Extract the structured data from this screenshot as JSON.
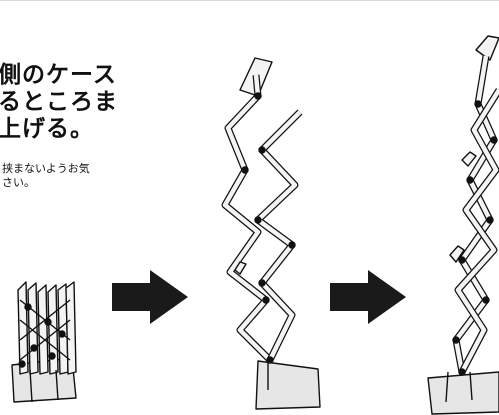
{
  "heading_lines": [
    "側のケース",
    "るところま",
    "上げる。"
  ],
  "note_lines": [
    "挟まないようお気",
    "さい。"
  ],
  "steps": [
    {
      "icon": "folded-stand-icon"
    },
    {
      "icon": "arrow-right-icon"
    },
    {
      "icon": "half-extended-stand-icon"
    },
    {
      "icon": "arrow-right-icon"
    },
    {
      "icon": "fully-extended-stand-icon"
    }
  ],
  "colors": {
    "ink": "#111111",
    "arrow": "#1a1a1a",
    "frame": "#f4f4f4",
    "case": "#e6e6e6"
  }
}
